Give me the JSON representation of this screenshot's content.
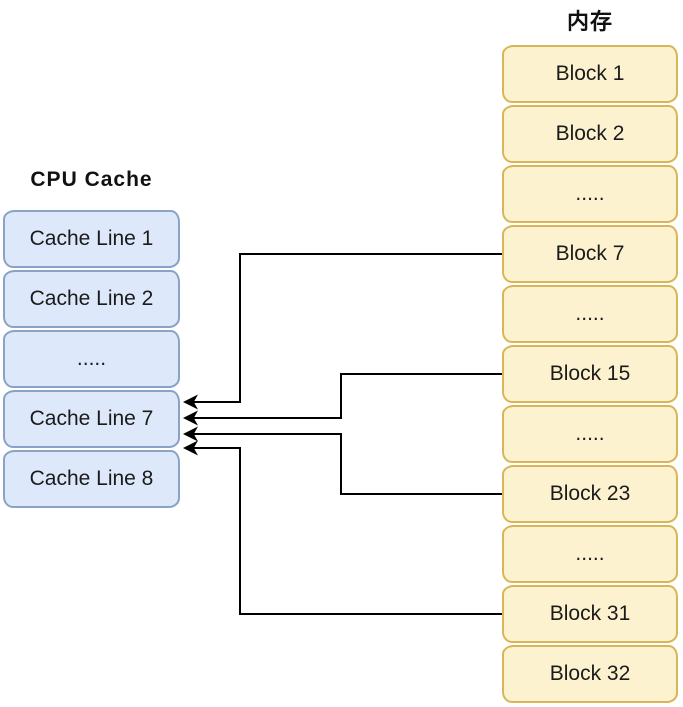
{
  "cache": {
    "title": "CPU Cache",
    "items": [
      "Cache Line 1",
      "Cache Line 2",
      ".....",
      "Cache Line 7",
      "Cache Line 8"
    ],
    "fill": "#dde9fa",
    "border": "#89a2c6"
  },
  "memory": {
    "title": "内存",
    "items": [
      "Block 1",
      "Block 2",
      ".....",
      "Block 7",
      ".....",
      "Block 15",
      ".....",
      "Block 23",
      ".....",
      "Block 31",
      "Block 32"
    ],
    "fill": "#fdf2cf",
    "border": "#d8b557"
  },
  "mappings": [
    {
      "from": "Block 7",
      "to": "Cache Line 7"
    },
    {
      "from": "Block 15",
      "to": "Cache Line 7"
    },
    {
      "from": "Block 23",
      "to": "Cache Line 7"
    },
    {
      "from": "Block 31",
      "to": "Cache Line 7"
    }
  ],
  "arrow": {
    "color": "#000000"
  }
}
